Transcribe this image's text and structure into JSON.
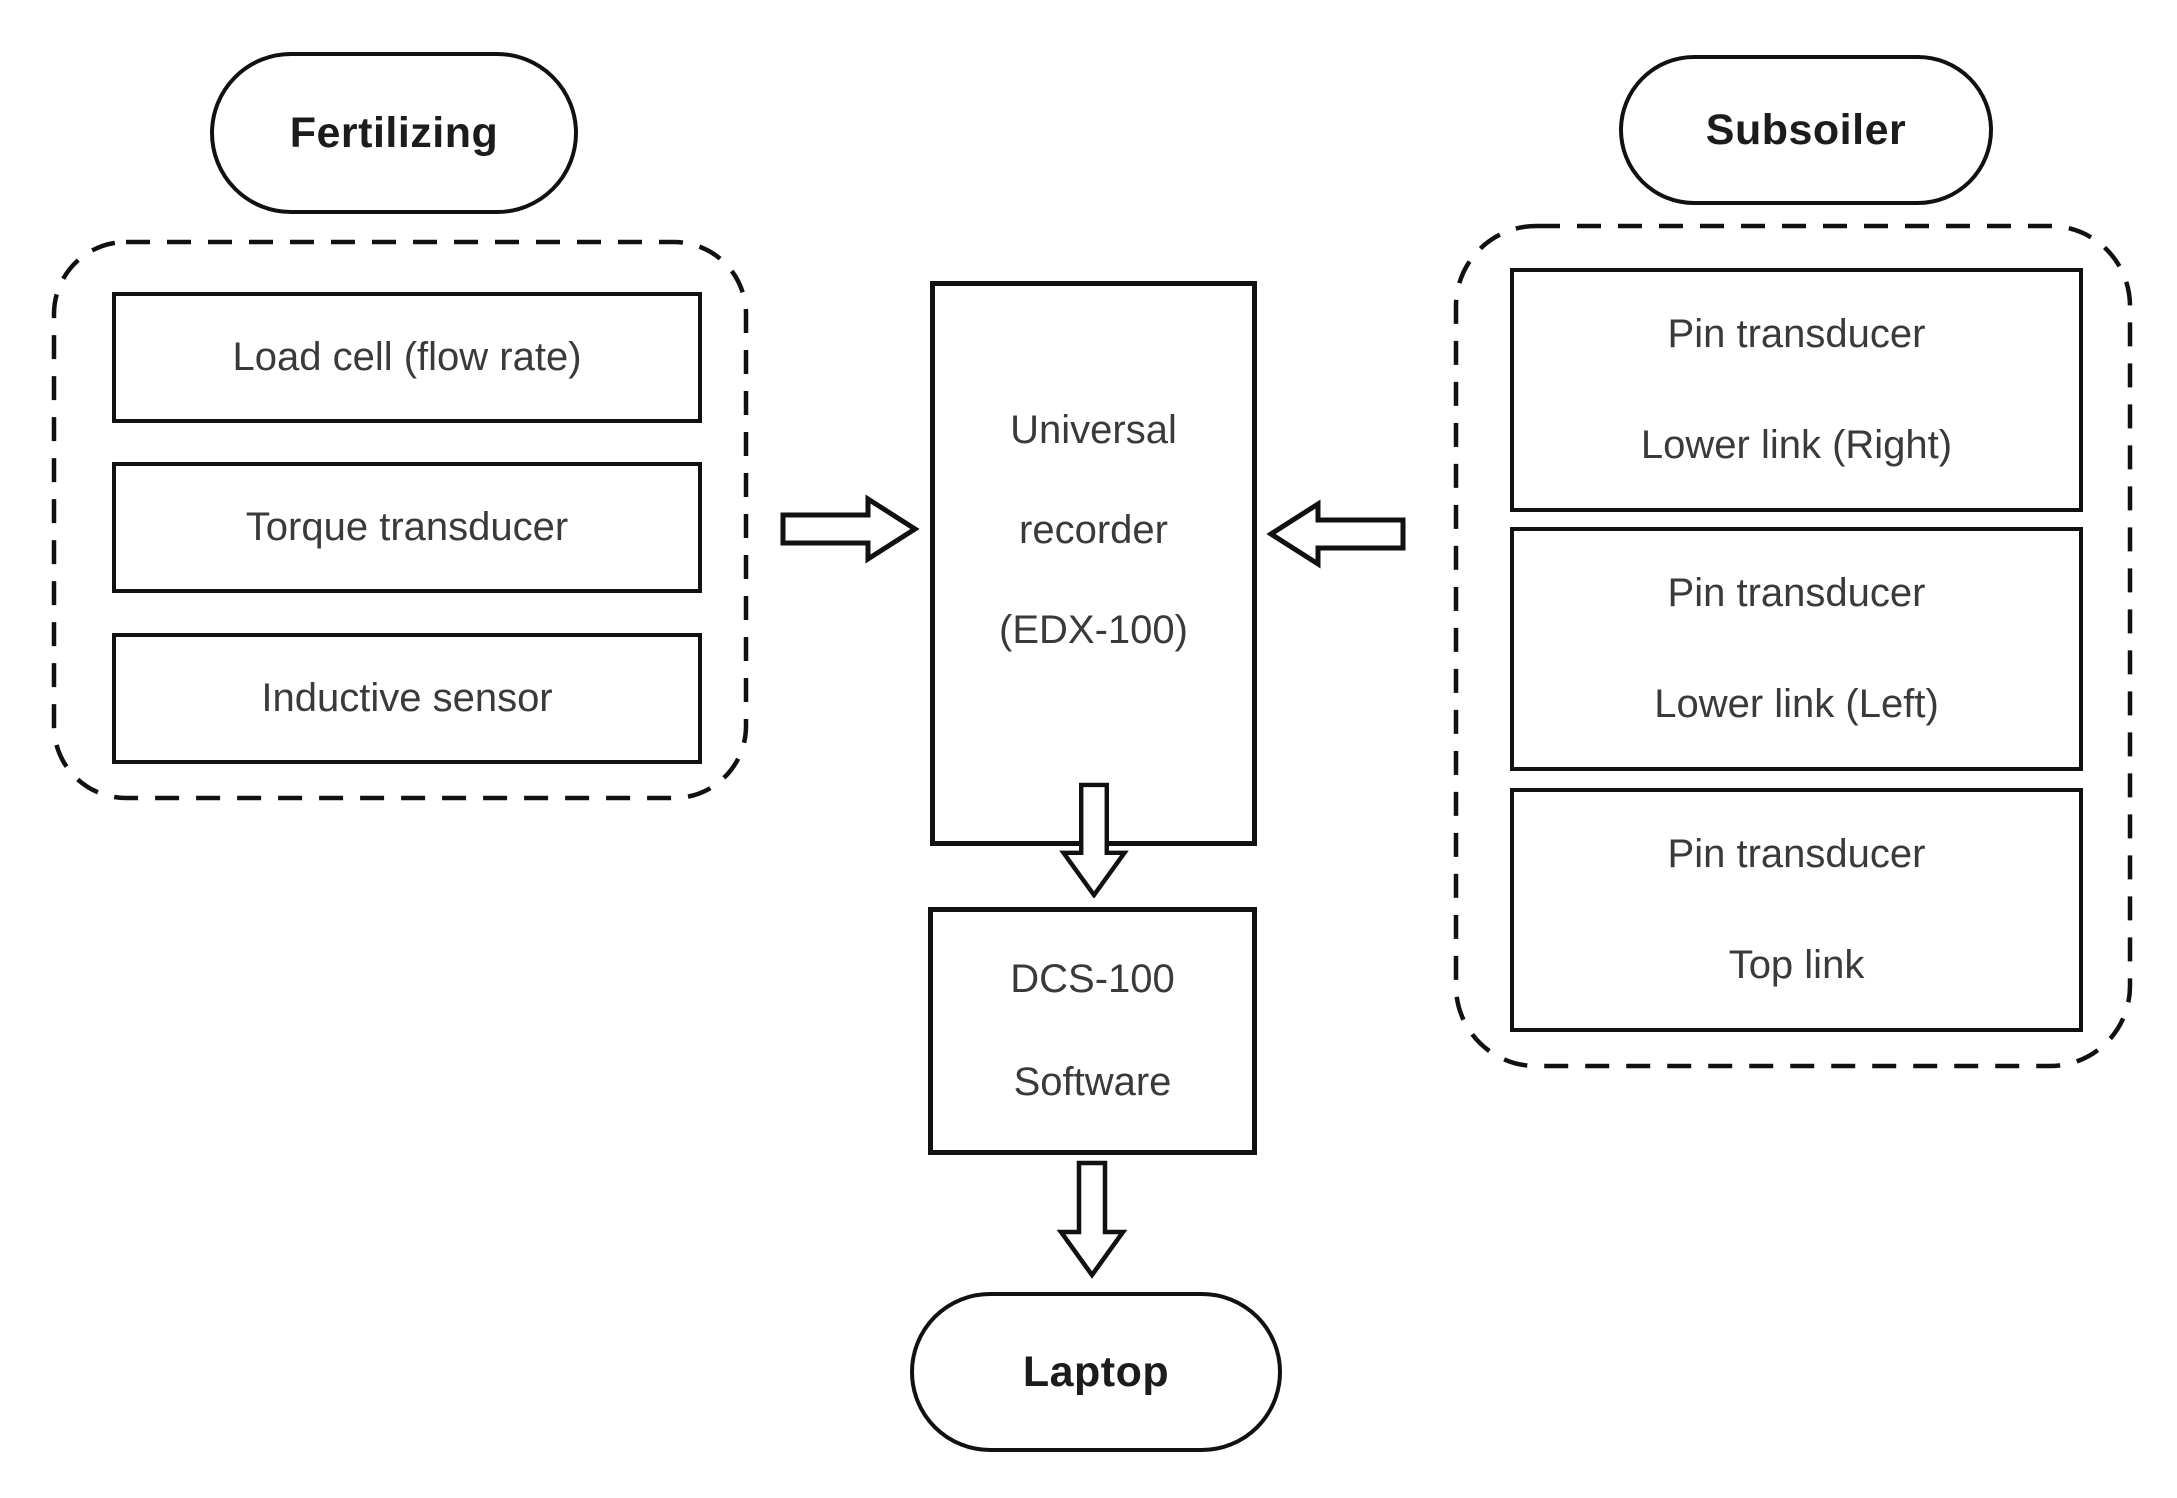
{
  "colors": {
    "ink": "#111111",
    "box_text": "#3a3a3a"
  },
  "terminals": {
    "fertilizing": "Fertilizing",
    "subsoiler": "Subsoiler",
    "laptop": "Laptop"
  },
  "fertilizing_group": {
    "items": [
      "Load cell (flow rate)",
      "Torque transducer",
      "Inductive sensor"
    ]
  },
  "subsoiler_group": {
    "items": [
      {
        "line1": "Pin transducer",
        "line2": "Lower link (Right)"
      },
      {
        "line1": "Pin transducer",
        "line2": "Lower link (Left)"
      },
      {
        "line1": "Pin transducer",
        "line2": "Top link"
      }
    ]
  },
  "recorder": {
    "line1": "Universal",
    "line2": "recorder",
    "line3": "(EDX-100)"
  },
  "software": {
    "line1": "DCS-100",
    "line2": "Software"
  }
}
